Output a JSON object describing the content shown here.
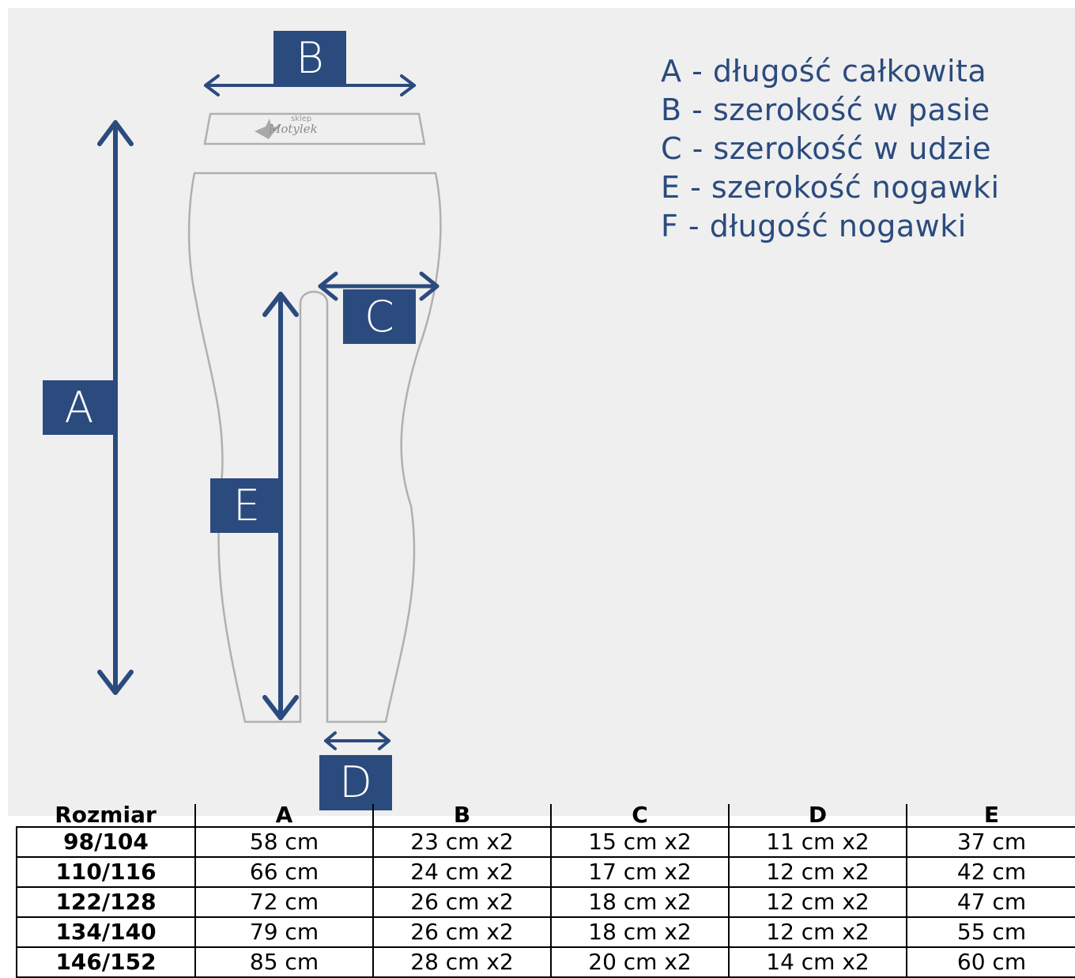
{
  "legend": [
    "A - długość całkowita",
    "B  - szerokość w pasie",
    "C - szerokość w udzie",
    "E  - szerokość nogawki",
    "F  - długość nogawki"
  ],
  "diagram_labels": {
    "a": "A",
    "b": "B",
    "c": "C",
    "d": "D",
    "e": "E"
  },
  "logo": {
    "small": "sklep",
    "main": "Motylek"
  },
  "colors": {
    "accent": "#2b4b7e",
    "panel": "#efefef",
    "outline": "#b0b0b0"
  },
  "table": {
    "headers": [
      "Rozmiar",
      "A",
      "B",
      "C",
      "D",
      "E"
    ],
    "rows": [
      [
        "98/104",
        "58 cm",
        "23 cm x2",
        "15 cm x2",
        "11 cm x2",
        "37 cm"
      ],
      [
        "110/116",
        "66 cm",
        "24 cm x2",
        "17 cm x2",
        "12 cm x2",
        "42 cm"
      ],
      [
        "122/128",
        "72 cm",
        "26 cm x2",
        "18 cm x2",
        "12 cm x2",
        "47 cm"
      ],
      [
        "134/140",
        "79 cm",
        "26 cm x2",
        "18 cm x2",
        "12 cm x2",
        "55 cm"
      ],
      [
        "146/152",
        "85 cm",
        "28 cm x2",
        "20 cm x2",
        "14 cm x2",
        "60 cm"
      ]
    ]
  }
}
